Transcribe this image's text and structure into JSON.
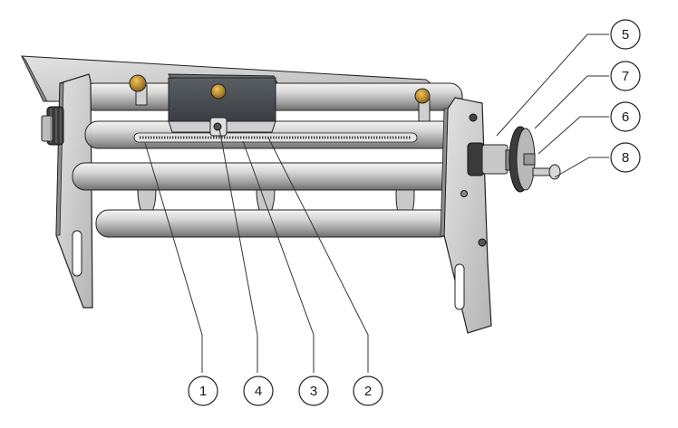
{
  "callouts": [
    {
      "label": "1"
    },
    {
      "label": "4"
    },
    {
      "label": "3"
    },
    {
      "label": "2"
    },
    {
      "label": "5"
    },
    {
      "label": "7"
    },
    {
      "label": "6"
    },
    {
      "label": "8"
    }
  ],
  "colors": {
    "metal_light": "#d9d9d9",
    "metal_mid": "#a8a8a8",
    "metal_dark": "#5a5a5a",
    "outline": "#222222",
    "brass": "#c8962a",
    "block": "#4a4f54",
    "leader": "#333333"
  }
}
